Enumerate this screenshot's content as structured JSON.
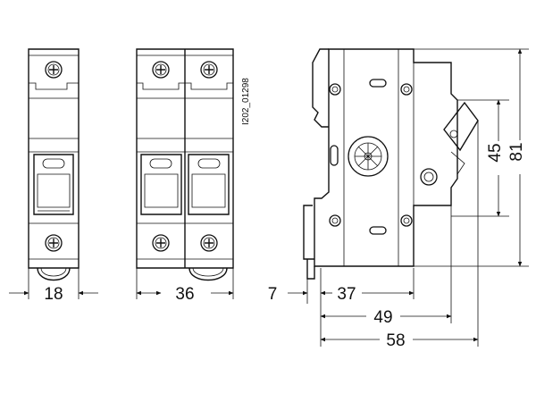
{
  "drawing": {
    "code": "I202_01298",
    "dimensions": {
      "width_1p": "18",
      "width_2p": "36",
      "rail_offset": "7",
      "depth_37": "37",
      "depth_49": "49",
      "depth_58": "58",
      "height_45": "45",
      "height_81": "81"
    }
  }
}
